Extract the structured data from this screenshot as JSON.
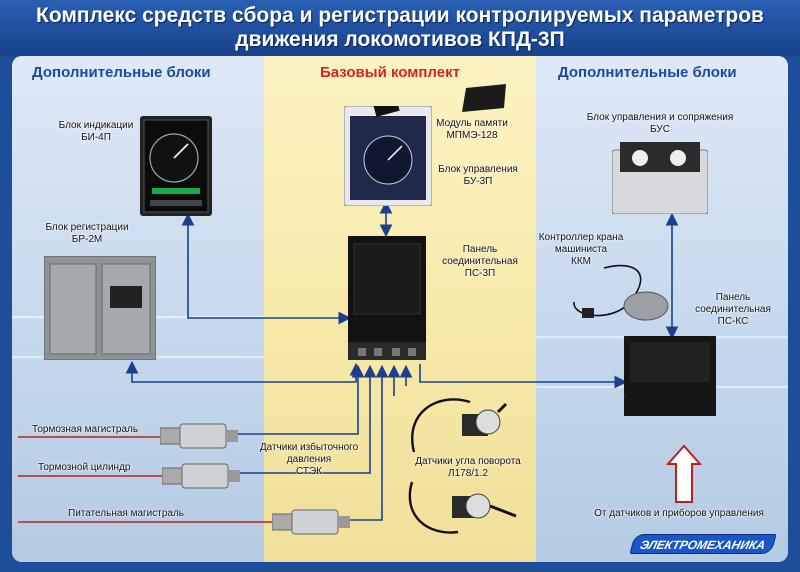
{
  "title": {
    "line1": "Комплекс средств сбора и регистрации контролируемых параметров",
    "line2": "движения локомотивов КПД-3П"
  },
  "columns": {
    "left": "Дополнительные блоки",
    "middle": "Базовый комплект",
    "right": "Дополнительные блоки"
  },
  "labels": {
    "bi": [
      "Блок индикации",
      "БИ-4П"
    ],
    "br": [
      "Блок регистрации",
      "БР-2М"
    ],
    "mpm": [
      "Модуль памяти",
      "МПМЭ-128"
    ],
    "bu": [
      "Блок управления",
      "БУ-3П"
    ],
    "ps": [
      "Панель",
      "соединительная",
      "ПС-3П"
    ],
    "bus": [
      "Блок управления и сопряжения",
      "БУС"
    ],
    "kkm": [
      "Контроллер крана",
      "машиниста",
      "ККМ"
    ],
    "pcks": [
      "Панель",
      "соединительная",
      "ПС-КС"
    ],
    "tm": "Тормозная магистраль",
    "tc": "Тормозной цилиндр",
    "pm": "Питательная магистраль",
    "dd": [
      "Датчики избыточного",
      "давления",
      "СТЭК"
    ],
    "du": [
      "Датчики угла поворота",
      "Л178/1.2"
    ],
    "ot": "От датчиков и приборов управления"
  },
  "logo": "ЭЛЕКТРОМЕХАНИКА",
  "colors": {
    "header": "#1e4d9a",
    "title_blue": "#1b4aa0",
    "title_red": "#d6241f",
    "middle_bg": "#f6e9a8",
    "side_bg": "#c9dcf0"
  }
}
